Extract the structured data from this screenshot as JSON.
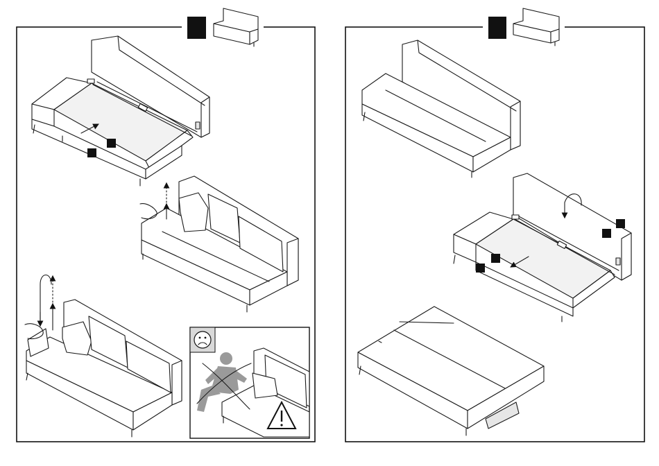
{
  "colors": {
    "ink": "#1a1a1a",
    "frame": "#111111",
    "surface": "#ffffff",
    "shade": "#e6e6e6",
    "figure": "#9a9a9a"
  },
  "panels": [
    {
      "name": "left-panel",
      "header_icons": [
        "step-marker-icon",
        "sofa-thumbnail-icon"
      ],
      "steps": [
        "open-seat-storage",
        "raise-backrest",
        "lower-backrest"
      ],
      "callout_icons": [
        "sad-face-icon",
        "person-icon",
        "cross-out-icon",
        "warning-triangle-icon"
      ]
    },
    {
      "name": "right-panel",
      "header_icons": [
        "step-marker-icon",
        "sofa-thumbnail-icon"
      ],
      "steps": [
        "sofa-closed",
        "fold-back-pull-seat",
        "bed-unfolded"
      ],
      "callout_icons": []
    }
  ]
}
